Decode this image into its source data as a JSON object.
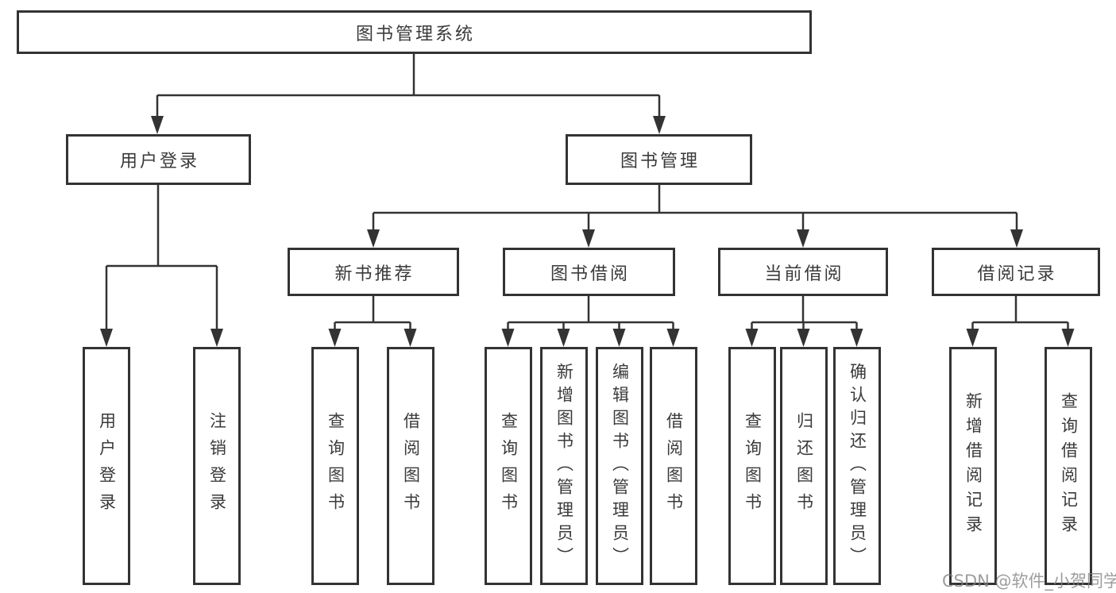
{
  "diagram": {
    "root": {
      "label": "图书管理系统"
    },
    "level1": [
      {
        "label": "用户登录"
      },
      {
        "label": "图书管理"
      }
    ],
    "level2": [
      {
        "label": "新书推荐"
      },
      {
        "label": "图书借阅"
      },
      {
        "label": "当前借阅"
      },
      {
        "label": "借阅记录"
      }
    ],
    "leaves": {
      "user_login": [
        "用户登录",
        "注销登录"
      ],
      "new_books": [
        "查询图书",
        "借阅图书"
      ],
      "book_borrow": [
        "查询图书",
        "新增图书（管理员）",
        "编辑图书（管理员）",
        "借阅图书"
      ],
      "current_borrow": [
        "查询图书",
        "归还图书",
        "确认归还（管理员）"
      ],
      "borrow_records": [
        "新增借阅记录",
        "查询借阅记录"
      ]
    },
    "watermark": "CSDN @软件_小贺同学",
    "colors": {
      "line": "#333333",
      "border": "#333333",
      "text": "#3a3a3a",
      "watermark": "#828282",
      "background": "#ffffff"
    }
  }
}
